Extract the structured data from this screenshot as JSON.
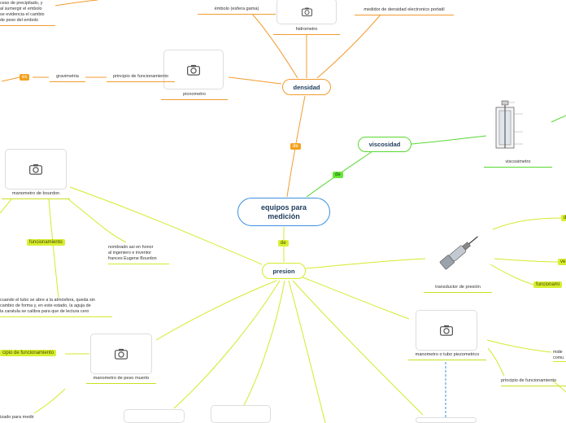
{
  "central": "equipos para\nmedición",
  "density": {
    "title": "densidad",
    "connector": "de",
    "items": {
      "embolo": "émbolo (esfera gama)",
      "hidrometro": "hidrometro",
      "medidor": "medidor de densidad electronico portatil",
      "picnometro": "picnometro",
      "principio": "principio de funcionamiento",
      "gravimetria": "gravimetria",
      "es": "es"
    },
    "top_left_note": "ceso de precipitado, y\nal sumergir el embolo\nse evidencia el cambio\nde peso del embolo"
  },
  "viscosity": {
    "title": "viscosidad",
    "connector": "de",
    "item": "viscosimetro"
  },
  "pressure": {
    "title": "presion",
    "connector": "de",
    "bourdon": "manometro de bourdon",
    "funcionamiento": "funcionamiento",
    "nombrado": "nombrado asi en honor\nal ingeniero e inventor\nfrances Eugene Bourdon",
    "cuando": "cuando el tubo se abre a la atmósfera, queda sin\ncambio de forma y, en este estado, la aguja de\nla caratula se calibra para que de lectura cero",
    "principio_left": "cipio de funcionamiento",
    "peso_muerto": "manometro de peso muerto",
    "zado": "izado para medir",
    "transductor": "transductor de presión",
    "piezometrico": "manometro o tubo piezometrico",
    "principio_right": "principio de funcionamiento",
    "mide": "mide\ncomu",
    "right_tag_1": "d",
    "right_tag_2": "ve",
    "right_tag_3": "funcionami"
  }
}
